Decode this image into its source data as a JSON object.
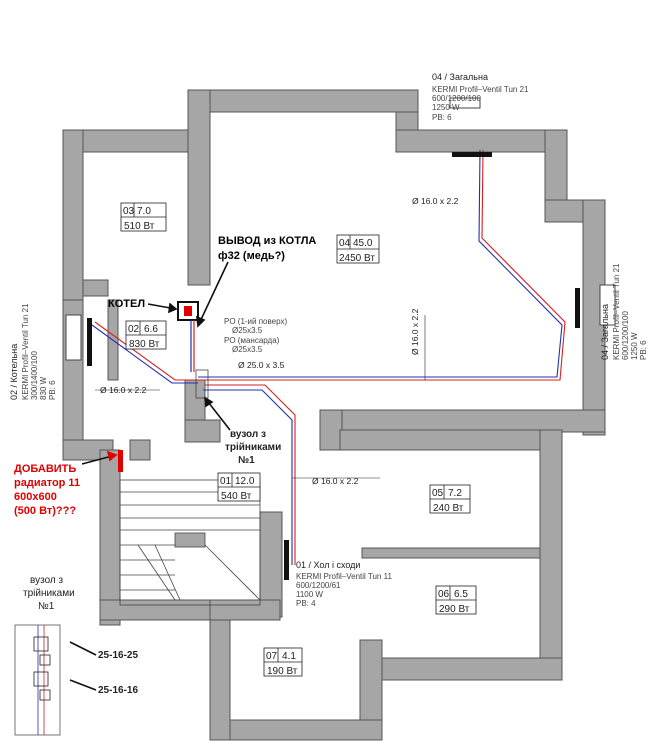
{
  "rooms": [
    {
      "id": "room-03",
      "num": "03",
      "area": "7.0",
      "power": "510 Вт"
    },
    {
      "id": "room-04",
      "num": "04",
      "area": "45.0",
      "power": "2450 Вт"
    },
    {
      "id": "room-02",
      "num": "02",
      "area": "6.6",
      "power": "830 Вт"
    },
    {
      "id": "room-01",
      "num": "01",
      "area": "12.0",
      "power": "540 Вт"
    },
    {
      "id": "room-05",
      "num": "05",
      "area": "7.2",
      "power": "240 Вт"
    },
    {
      "id": "room-06",
      "num": "06",
      "area": "6.5",
      "power": "290 Вт"
    },
    {
      "id": "room-07",
      "num": "07",
      "area": "4.1",
      "power": "190 Вт"
    }
  ],
  "radiators": {
    "top": {
      "title": "04 / Загальна",
      "model": "KERMI Profil–Ventil Tun 21",
      "size": "600/1200/100",
      "power": "1250 W",
      "pb": "PB: 6"
    },
    "right": {
      "title": "04 / Загальна",
      "model": "KERMI Profil–Ventil Tun 21",
      "size": "600/1200/100",
      "power": "1250 W",
      "pb": "PB: 6"
    },
    "left": {
      "title": "02 / Котельна",
      "model": "KERMI Profil–Ventil Tun 21",
      "size": "300/1400/100",
      "power": "830 W",
      "pb": "PB: 6"
    },
    "hall": {
      "title": "01 / Хол і сходи",
      "model": "KERMI Profil–Ventil Tun 11",
      "size": "600/1200/61",
      "power": "1100 W",
      "pb": "PB: 4"
    }
  },
  "pipes": {
    "p1": "Ø 16.0 x 2.2",
    "p2": "Ø 16.0 x 2.2",
    "p3": "Ø 16.0 x 2.2",
    "p4": "Ø 16.0 x 2.2",
    "p5": "Ø 25.0 x 3.5",
    "po1a": "PO (1-ий поверх)",
    "po1b": "Ø25x3.5",
    "po2a": "PO (мансарда)",
    "po2b": "Ø25x3.5"
  },
  "annotations": {
    "boiler": "КОТЕЛ",
    "vyvod1": "ВЫВОД из КОТЛА",
    "vyvod2": "ф32 (медь?)",
    "vuzol1": "вузол з",
    "vuzol2": "трійниками",
    "vuzol3": "№1",
    "add1": "ДОБАВИТЬ",
    "add2": "радиатор 11",
    "add3": "600x600",
    "add4": "(500 Вт)???"
  },
  "legend": {
    "l1": "вузол з",
    "l2": "трійниками",
    "l3": "№1",
    "tee1": "25-16-25",
    "tee2": "25-16-16"
  },
  "colors": {
    "wall": "#a6a6a6",
    "supply": "#d42020",
    "return": "#2030b0",
    "radiator": "#111111",
    "add": "#e00000"
  }
}
